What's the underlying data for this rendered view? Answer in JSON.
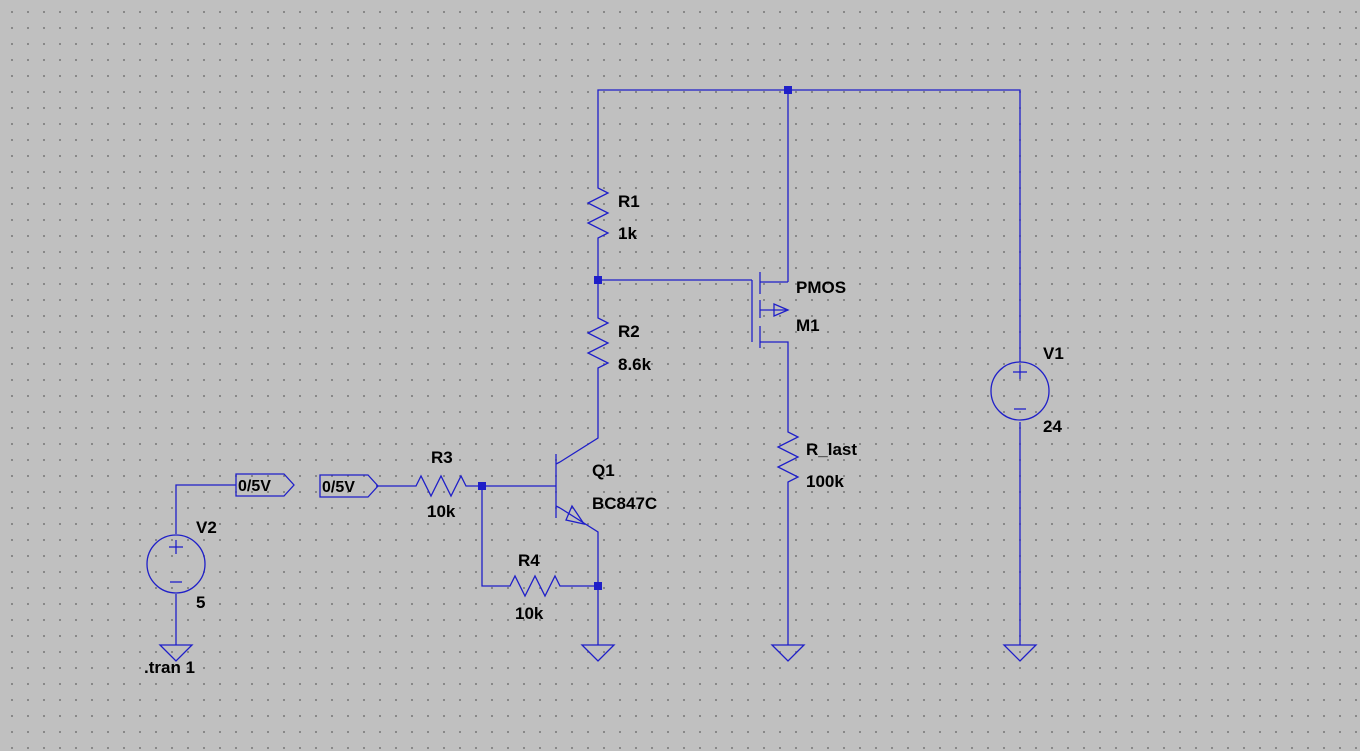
{
  "schematic": {
    "components": {
      "R1": {
        "ref": "R1",
        "value": "1k"
      },
      "R2": {
        "ref": "R2",
        "value": "8.6k"
      },
      "R3": {
        "ref": "R3",
        "value": "10k"
      },
      "R4": {
        "ref": "R4",
        "value": "10k"
      },
      "R_last": {
        "ref": "R_last",
        "value": "100k"
      },
      "Q1": {
        "ref": "Q1",
        "model": "BC847C"
      },
      "M1": {
        "ref": "M1",
        "model": "PMOS"
      },
      "V1": {
        "ref": "V1",
        "value": "24"
      },
      "V2": {
        "ref": "V2",
        "value": "5"
      }
    },
    "net_flags": {
      "flag_out": "0/5V",
      "flag_in": "0/5V"
    },
    "directive": ".tran 1"
  },
  "colors": {
    "background": "#c0c0c0",
    "wire": "#1f1fc8",
    "junction": "#1f1fc8",
    "text": "#000000"
  }
}
